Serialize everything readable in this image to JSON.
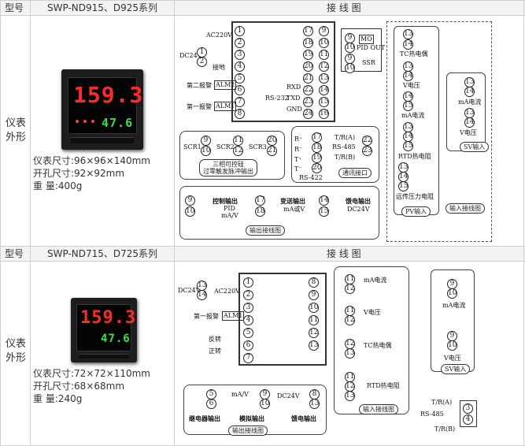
{
  "header": {
    "col_model": "型号",
    "col_wiring": "接 线 图"
  },
  "product1": {
    "model_label": "型号",
    "model_name": "SWP-ND915、D925系列",
    "wiring_label": "接 线 图",
    "category": [
      "仪表",
      "外形"
    ],
    "display_top": "159.3",
    "display_bottom": "47.6",
    "spec_size": "仪表尺寸:96×96×140mm",
    "spec_cutout": "开孔尺寸:92×92mm",
    "spec_weight": "重  量:400g",
    "diagram": {
      "left_terms": [
        "1",
        "2",
        "3",
        "4",
        "5",
        "6",
        "7",
        "8"
      ],
      "mid_terms_a": [
        "17",
        "18",
        "19",
        "20",
        "21",
        "22",
        "23",
        "24"
      ],
      "mid_terms_b": [
        "9",
        "10",
        "11",
        "12",
        "13",
        "14",
        "15",
        "16"
      ],
      "ac220": "AC220V",
      "dc24": "DC24V",
      "ground": "接地",
      "alm2": "第二报警",
      "alm1": "第一报警",
      "alm2_tag": "ALM2",
      "alm1_tag": "ALM1",
      "rs232": "RS-232",
      "rxd": "RXD",
      "txd": "TXD",
      "gnd": "GND",
      "mo": "MO",
      "pid_out": "PID OUT",
      "ssr": "SSR",
      "scr1": "SCR1",
      "scr2": "SCR2",
      "scr3": "SCR3",
      "scr_note": [
        "三相可控硅",
        "过零触发脉冲输出"
      ],
      "tr_a": "T/R(A)",
      "rs485": "RS-485",
      "tr_b": "T/R(B)",
      "rs422": "RS-422",
      "comm_cap": "通讯接口",
      "out_ctrl": "控制输出",
      "out_ctrl_sub": [
        "PID",
        "mA/V"
      ],
      "out_trans": "变送输出",
      "out_trans_sub": "mA或V",
      "out_feed": "馈电输出",
      "out_feed_sub": "DC24V",
      "out_cap": "输出接线图",
      "in_tc": "TC热电偶",
      "in_v": "V电压",
      "in_ma": "mA电流",
      "in_rtd": "RTD热电阻",
      "in_pot": "远传压力电阻",
      "pv_cap": "PV输入",
      "sv_ma": "mA电流",
      "sv_v": "V电压",
      "sv_cap": "SV输入",
      "in_cap": "输入接线图"
    }
  },
  "product2": {
    "model_label": "型号",
    "model_name": "SWP-ND715、D725系列",
    "wiring_label": "接 线 图",
    "category": [
      "仪表",
      "外形"
    ],
    "display_top": "159.3",
    "display_bottom": "47.6",
    "spec_size": "仪表尺寸:72×72×110mm",
    "spec_cutout": "开孔尺寸:68×68mm",
    "spec_weight": "重  量:240g",
    "diagram": {
      "left_terms": [
        "1",
        "2",
        "3",
        "4",
        "5",
        "6",
        "7"
      ],
      "right_terms": [
        "8",
        "9",
        "10",
        "11",
        "12",
        "13"
      ],
      "dc24": "DC24V",
      "ac220": "AC220V",
      "alm1": "第一报警",
      "alm1_tag": "ALM1",
      "rev": "反转",
      "fwd": "正转",
      "in_ma": "mA电流",
      "in_v": "V电压",
      "in_tc": "TC热电偶",
      "in_rtd": "RTD热电阻",
      "in_cap": "输入接线图",
      "sv_ma": "mA电流",
      "sv_v": "V电压",
      "sv_cap": "SV输入",
      "relay_out": "继电器输出",
      "analog_out": "模拟输出",
      "analog_sub": "mA/V",
      "feed_out": "馈电输出",
      "feed_sub": "DC24V",
      "out_cap": "输出接线图",
      "tr_a": "T/R(A)",
      "rs485": "RS-485",
      "tr_b": "T/R(B)"
    }
  },
  "colors": {
    "header_bg": "#f4f3f3",
    "grid": "#cfcfcf",
    "seg_red": "#ff2a2a",
    "seg_green": "#33e04a"
  }
}
